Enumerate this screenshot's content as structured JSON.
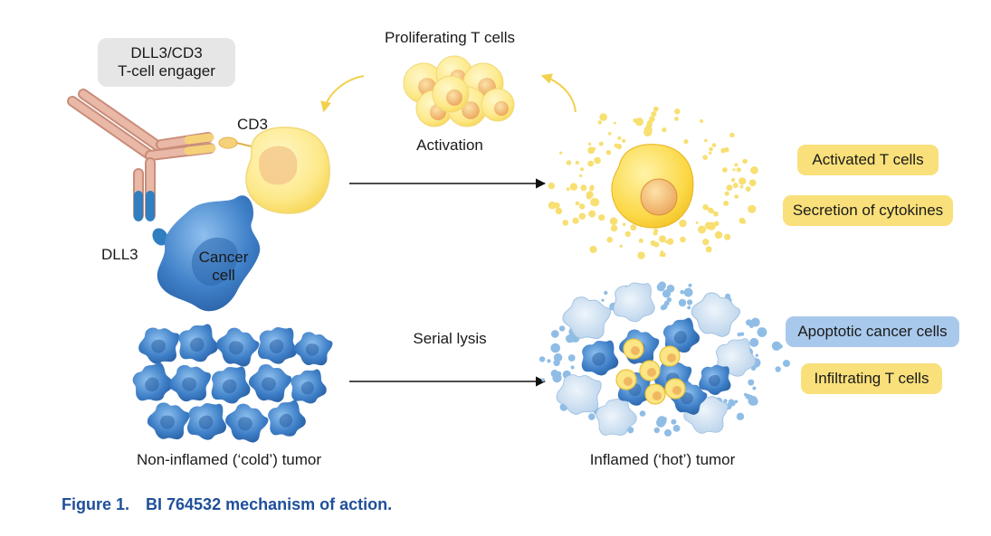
{
  "labels": {
    "engager_line1": "DLL3/CD3",
    "engager_line2": "T-cell engager",
    "cd3": "CD3",
    "dll3": "DLL3",
    "cancer_line1": "Cancer",
    "cancer_line2": "cell",
    "proliferating": "Proliferating T cells",
    "activation": "Activation",
    "serial_lysis": "Serial lysis",
    "cold_tumor": "Non-inflamed (‘cold’) tumor",
    "hot_tumor": "Inflamed (‘hot’) tumor"
  },
  "legend": {
    "activated_t_cells": "Activated T cells",
    "cytokines": "Secretion of cytokines",
    "apoptotic": "Apoptotic cancer cells",
    "infiltrating": "Infiltrating T cells"
  },
  "caption": {
    "figure": "Figure 1.",
    "title": "BI 764532 mechanism of action."
  },
  "colors": {
    "t_cell": "#fbe584",
    "t_cell_nucleus": "#f2b96a",
    "cancer": "#3e7fc7",
    "cancer_dark": "#245a9e",
    "antibody": "#e7b3a1",
    "antibody_tip": "#f5d27a",
    "antibody_blue": "#2f7fc1",
    "arrow_yellow": "#f3d04d",
    "dots_blue": "#8fbde6",
    "dots_yellow": "#f7df72",
    "apoptotic": "#c7dcef",
    "caption_blue": "#1f4f9a"
  }
}
